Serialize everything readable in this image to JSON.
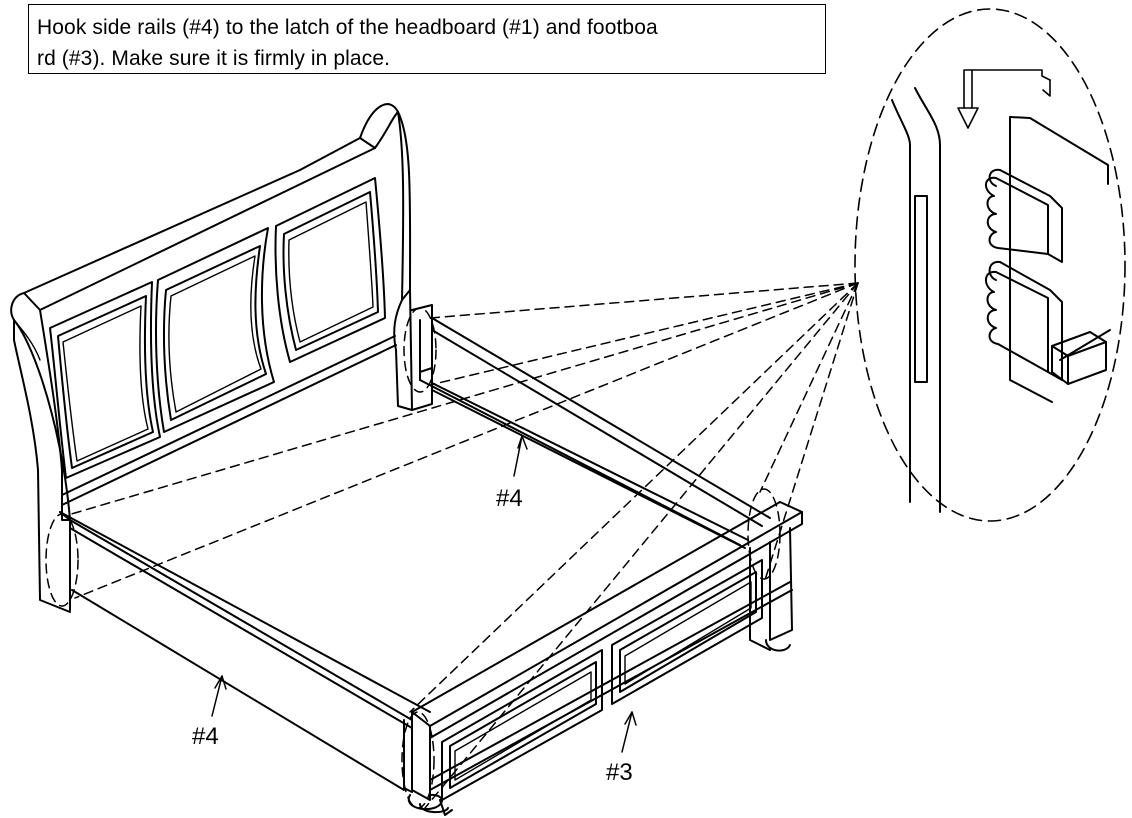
{
  "instruction": {
    "line1": "Hook side rails (#4) to the latch of the headboard (#1) and footboa",
    "line2": "rd (#3). Make sure it is firmly in place."
  },
  "labels": {
    "rail_back": "#4",
    "rail_front": "#4",
    "footboard": "#3"
  },
  "colors": {
    "ink": "#000000",
    "paper": "#ffffff"
  }
}
